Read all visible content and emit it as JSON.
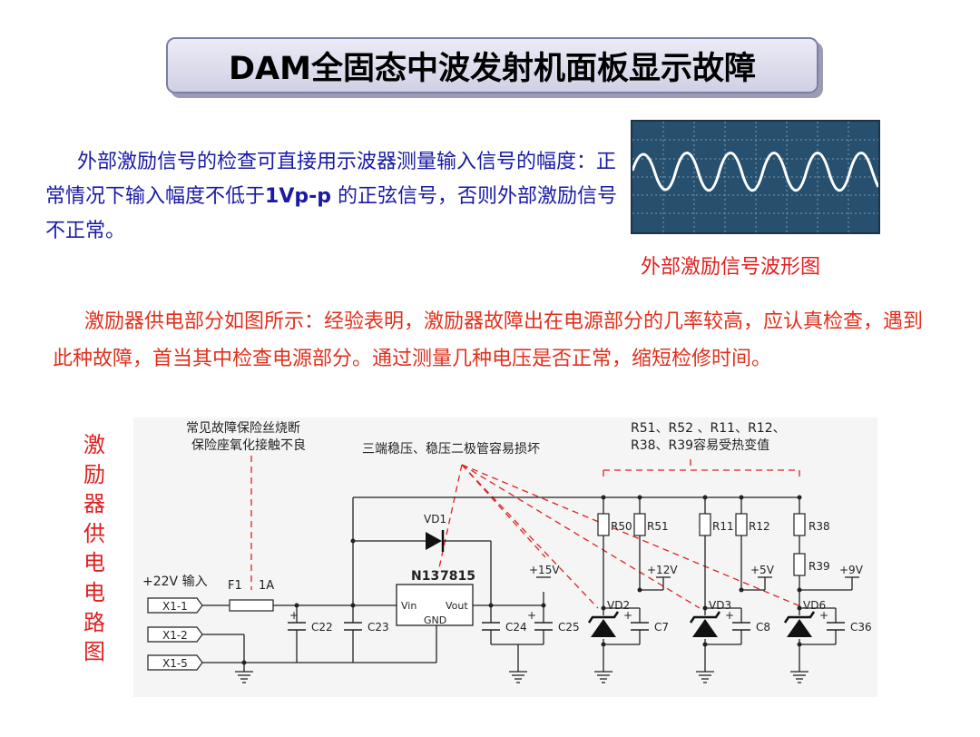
{
  "title": "DAM全固态中波发射机面板显示故障",
  "paragraph1": {
    "part1": "外部激励信号的检查可直接用示波器测量输入信号的幅度：正常情况下输入幅度不低于",
    "highlight": "1Vp-p",
    "part2": " 的正弦信号，否则外部激励信号不正常。"
  },
  "waveform_caption": "外部激励信号波形图",
  "paragraph2": "激励器供电部分如图所示：经验表明，激励器故障出在电源部分的几率较高，应认真检查，遇到此种故障，首当其中检查电源部分。通过测量几种电压是否正常，缩短检修时间。",
  "vertical_label": "激励器供电电路图",
  "schematic": {
    "note_fuse_1": "常见故障保险丝烧断",
    "note_fuse_2": "保险座氧化接触不良",
    "note_regulator": "三端稳压、稳压二极管容易损坏",
    "note_resistor_1": "R51、R52 、R11、R12、",
    "note_resistor_2": "R38、R39容易受热变值",
    "input_label": "+22V 输入",
    "fuse_name": "F1",
    "fuse_rating": "1A",
    "connectors": [
      "X1-1",
      "X1-2",
      "X1-5"
    ],
    "regulator_name": "N13",
    "regulator_part": "7815",
    "pin_vin": "Vin",
    "pin_vout": "Vout",
    "pin_gnd": "GND",
    "diode_vd1": "VD1",
    "capacitors": [
      "C22",
      "C23",
      "C24",
      "C25",
      "C7",
      "C8",
      "C36"
    ],
    "rails": [
      "+15V",
      "+12V",
      "+5V",
      "+9V"
    ],
    "resistors": [
      "R50",
      "R51",
      "R11",
      "R12",
      "R38",
      "R39"
    ],
    "zeners": [
      "VD2",
      "VD3",
      "VD6"
    ]
  },
  "colors": {
    "title_text": "#000000",
    "paragraph1_text": "#1a1aa6",
    "paragraph2_text": "#e0301c",
    "annotation_red": "#e02020",
    "oscilloscope_bg": "#26506e",
    "waveform": "#ffffff"
  }
}
